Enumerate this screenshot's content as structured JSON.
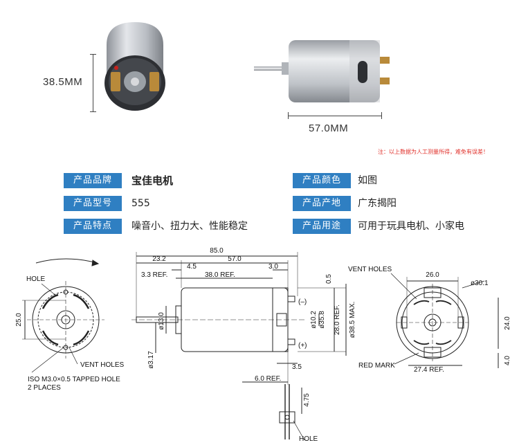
{
  "dimensions": {
    "diameter": "38.5MM",
    "length": "57.0MM"
  },
  "note": "注：以上数据为人工测量所得，难免有误差！",
  "specs": [
    {
      "label": "产品品牌",
      "value": "宝佳电机"
    },
    {
      "label": "产品颜色",
      "value": "如图"
    },
    {
      "label": "产品型号",
      "value": "555"
    },
    {
      "label": "产品产地",
      "value": "广东揭阳"
    },
    {
      "label": "产品特点",
      "value": "噪音小、扭力大、性能稳定"
    },
    {
      "label": "产品用途",
      "value": "可用于玩具电机、小家电"
    }
  ],
  "drawing": {
    "left_view": {
      "hole": "HOLE",
      "height": "25.0",
      "vent_holes": "VENT HOLES",
      "tapped_hole_1": "ISO M3.0×0.5 TAPPED HOLE",
      "tapped_hole_2": "2 PLACES"
    },
    "side_view": {
      "overall": "85.0",
      "shaft_len": "23.2",
      "body_len": "57.0",
      "boss_len": "4.5",
      "term_len": "3.0",
      "ref_33": "3.3 REF.",
      "ref_380": "38.0 REF.",
      "dim_05": "0.5",
      "boss_dia": "ø13.0",
      "shaft_dia": "ø3.17",
      "inner_dia": "ø10.2",
      "body_dia": "ø35.8",
      "height_28": "28.0 REF.",
      "max_dia": "ø38.5 MAX.",
      "minus": "(–)",
      "plus": "(+)",
      "dim_35": "3.5",
      "ref_60": "6.0 REF."
    },
    "terminal_detail": {
      "dim_475": "4.75",
      "hole": "HOLE"
    },
    "end_view": {
      "vent_holes": "VENT HOLES",
      "width": "26.0",
      "dia": "ø30.1",
      "height": "24.0",
      "offset": "4.0",
      "red_mark": "RED MARK",
      "ref_274": "27.4 REF."
    }
  }
}
